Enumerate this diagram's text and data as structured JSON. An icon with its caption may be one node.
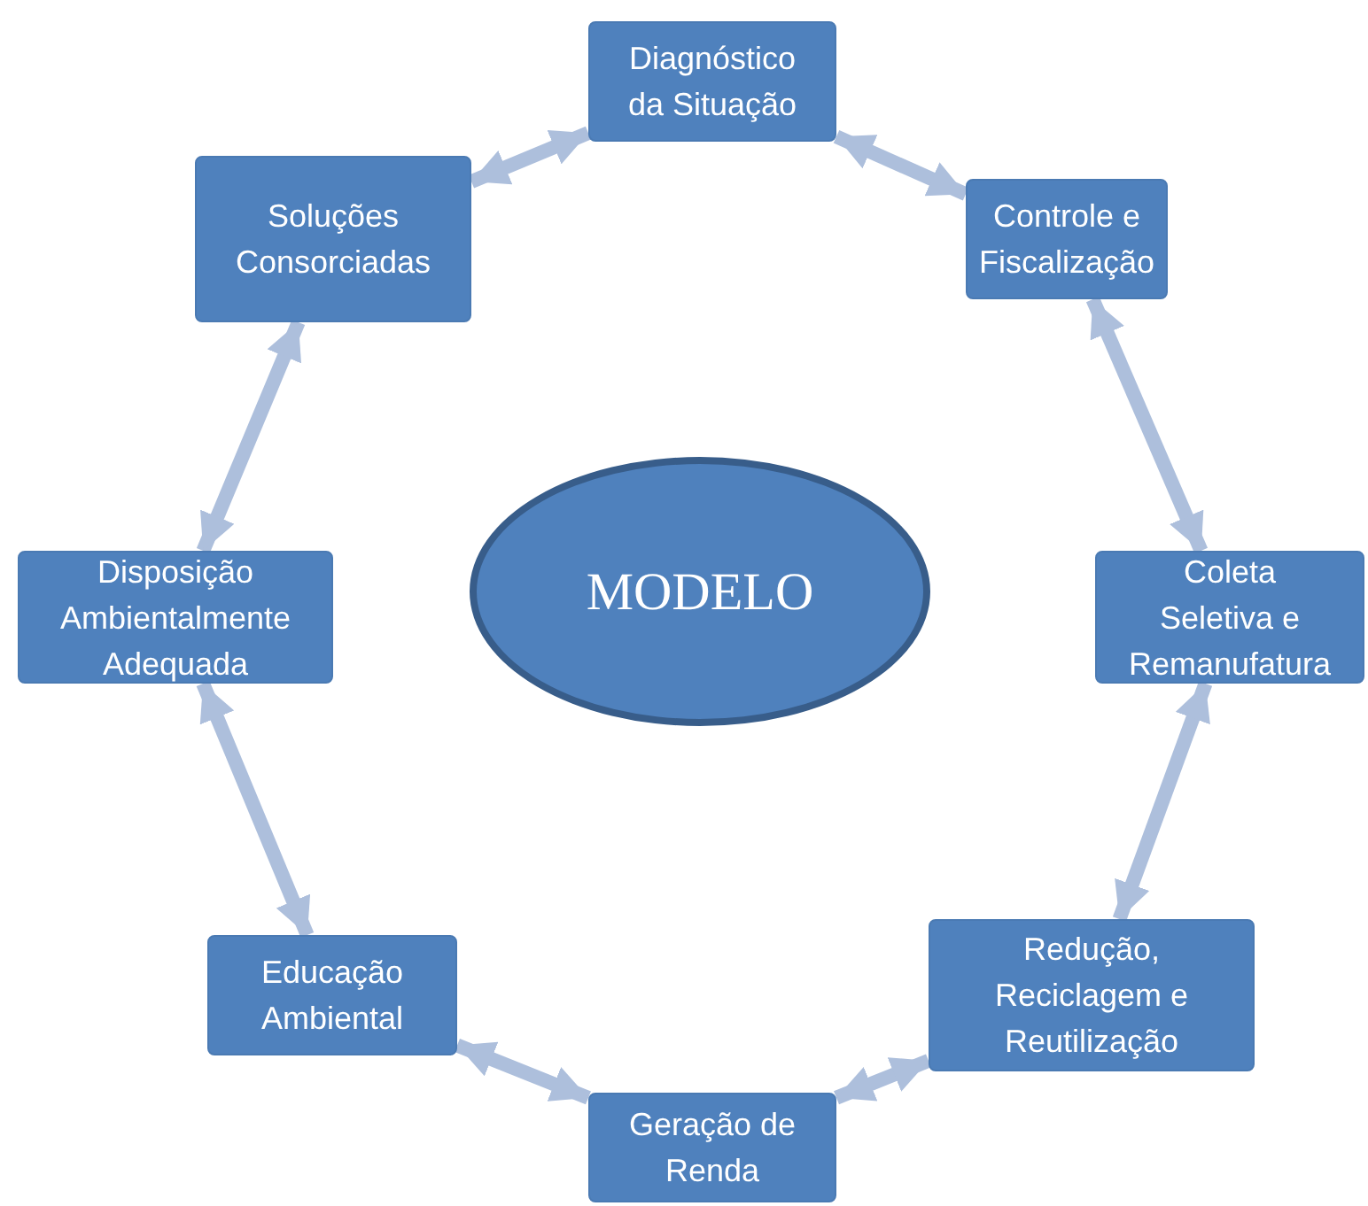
{
  "diagram": {
    "nodes": [
      {
        "text": [
          "Diagnóstico da Situação"
        ]
      },
      {
        "text": [
          "Soluções Consorciadas"
        ]
      },
      {
        "text": [
          "Controle e Fiscalização"
        ]
      },
      {
        "text": [
          "MODELO"
        ]
      },
      {
        "text": [
          "Disposição Ambientalmente Adequada"
        ]
      },
      {
        "text": [
          "Coleta Seletiva e Remanufatura"
        ]
      },
      {
        "text": [
          "Educação Ambiental"
        ]
      },
      {
        "text": [
          "Redução, Reciclagem e Reutilização"
        ]
      },
      {
        "text": [
          "Geração de Renda"
        ]
      }
    ],
    "edges": [
      {
        "from": 0,
        "to": 2,
        "arrow": "both"
      },
      {
        "from": 2,
        "to": 5,
        "arrow": "both"
      },
      {
        "from": 5,
        "to": 7,
        "arrow": "both"
      },
      {
        "from": 7,
        "to": 8,
        "arrow": "both"
      },
      {
        "from": 8,
        "to": 6,
        "arrow": "both"
      },
      {
        "from": 6,
        "to": 4,
        "arrow": "both"
      },
      {
        "from": 4,
        "to": 1,
        "arrow": "both"
      },
      {
        "from": 1,
        "to": 0,
        "arrow": "both"
      }
    ]
  }
}
